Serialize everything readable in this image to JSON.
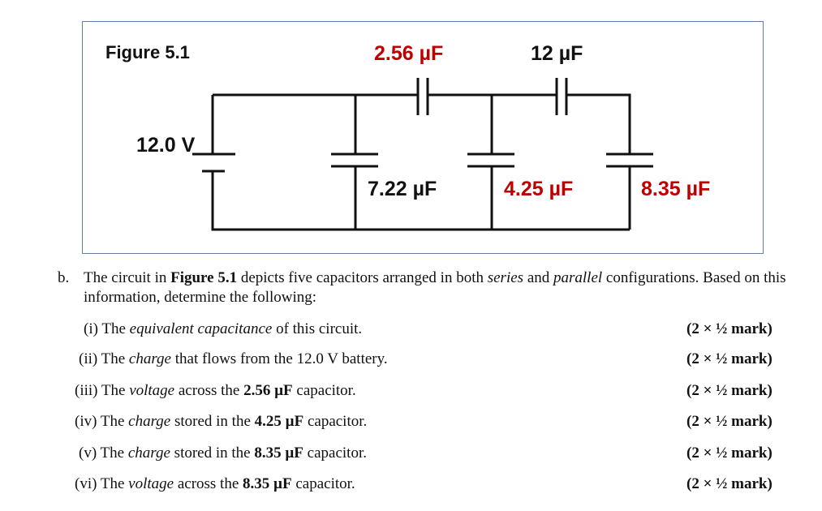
{
  "figure": {
    "title": "Figure 5.1",
    "battery_label": "12.0 V",
    "capacitors": [
      {
        "label": "2.56 µF",
        "color": "#c00000"
      },
      {
        "label": "12 µF",
        "color": "#111111"
      },
      {
        "label": "7.22 µF",
        "color": "#111111"
      },
      {
        "label": "4.25 µF",
        "color": "#c00000"
      },
      {
        "label": "8.35 µF",
        "color": "#c00000"
      }
    ],
    "border_color": "#5f7fa9"
  },
  "question": {
    "tag": "b.",
    "intro_a": "The circuit in ",
    "intro_b": "Figure 5.1",
    "intro_c": " depicts five capacitors arranged in both ",
    "intro_d": "series",
    "intro_e": " and ",
    "intro_f": "parallel",
    "intro_g": " configurations. Based on this information, determine the following:",
    "parts": [
      {
        "num": "(i) The ",
        "em": "equivalent capacitance",
        "rest": " of this circuit.",
        "bold": "",
        "tail": "",
        "mark": "(2 × ½ mark)"
      },
      {
        "num": "(ii) The ",
        "em": "charge",
        "rest": " that flows from the 12.0 V battery.",
        "bold": "",
        "tail": "",
        "mark": "(2 × ½ mark)"
      },
      {
        "num": "(iii) The ",
        "em": "voltage",
        "rest": " across the ",
        "bold": "2.56 µF",
        "tail": " capacitor.",
        "mark": "(2 × ½ mark)"
      },
      {
        "num": "(iv) The ",
        "em": "charge",
        "rest": " stored in the ",
        "bold": "4.25 µF",
        "tail": " capacitor.",
        "mark": "(2 × ½ mark)"
      },
      {
        "num": "(v) The ",
        "em": "charge",
        "rest": " stored in the ",
        "bold": "8.35 µF",
        "tail": " capacitor.",
        "mark": "(2 × ½ mark)"
      },
      {
        "num": "(vi) The ",
        "em": "voltage",
        "rest": " across the ",
        "bold": "8.35 µF",
        "tail": " capacitor.",
        "mark": "(2 × ½ mark)"
      }
    ]
  }
}
